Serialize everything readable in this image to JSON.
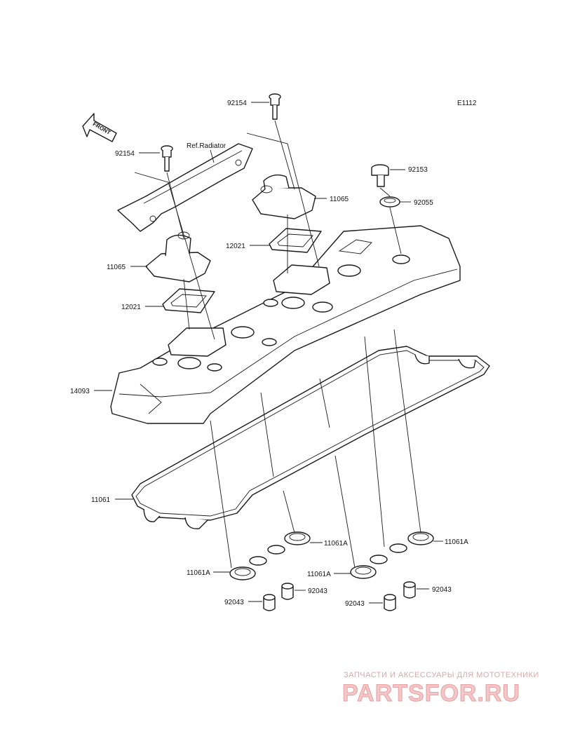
{
  "diagram": {
    "code": "E1112",
    "front_label": "FRONT",
    "ref_label": "Ref.Radiator",
    "labels": {
      "p92154_top": "92154",
      "p92154_left": "92154",
      "p92153": "92153",
      "p11065_right": "11065",
      "p92055": "92055",
      "p12021_right": "12021",
      "p11065_left": "11065",
      "p12021_left": "12021",
      "p14093": "14093",
      "p11061": "11061",
      "p11061A_1": "11061A",
      "p11061A_2": "11061A",
      "p11061A_3": "11061A",
      "p11061A_4": "11061A",
      "p92043_1": "92043",
      "p92043_2": "92043",
      "p92043_3": "92043",
      "p92043_4": "92043"
    }
  },
  "watermark": {
    "tagline": "ЗАПЧАСТИ И АКСЕССУАРЫ ДЛЯ МОТОТЕХНИКИ",
    "brand": "PARTSFOR.RU"
  }
}
